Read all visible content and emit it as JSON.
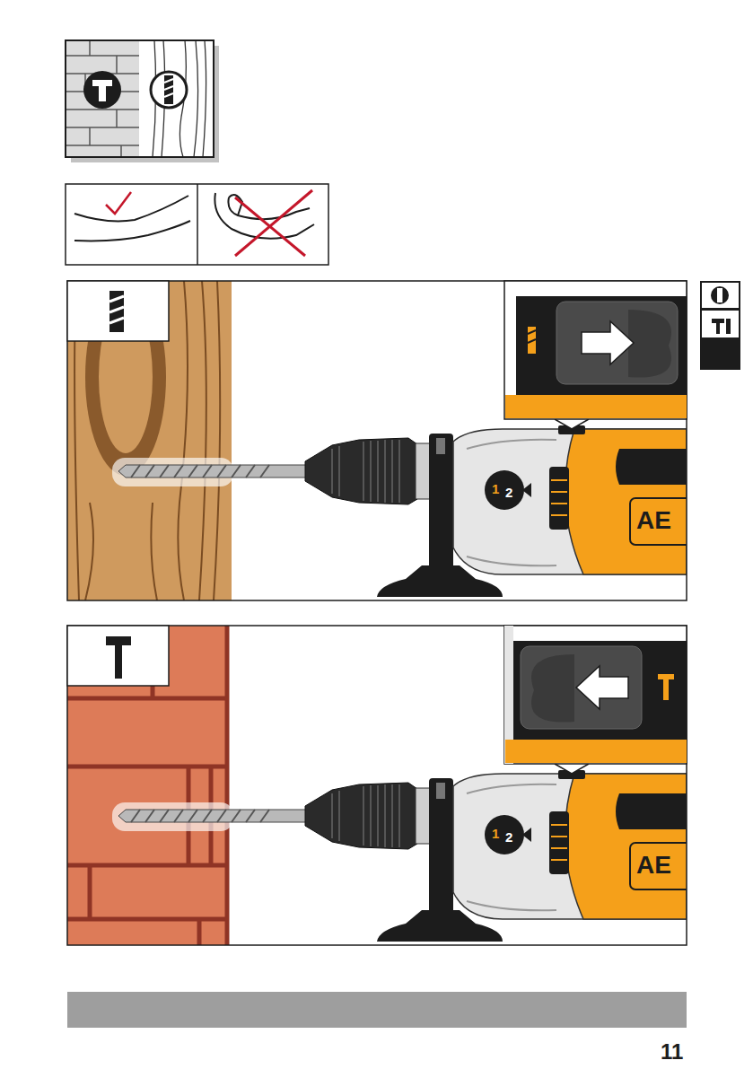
{
  "diagram": {
    "labels": [
      "1",
      "2",
      "AE",
      "1",
      "2",
      "AE",
      "11"
    ]
  }
}
